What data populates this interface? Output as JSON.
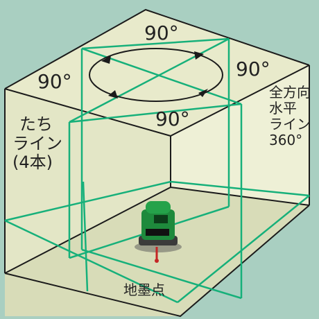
{
  "labels": {
    "angle_top": "90°",
    "angle_left": "90°",
    "angle_right": "90°",
    "angle_bottom": "90°",
    "vertical_line_1": "たち",
    "vertical_line_2": "ライン",
    "vertical_line_3": "(4本)",
    "horizontal_line_1": "全方向",
    "horizontal_line_2": "水平",
    "horizontal_line_3": "ライン",
    "horizontal_line_4": "360°",
    "ground_point": "地墨点"
  },
  "colors": {
    "background": "#a9cfc1",
    "room_fill": "#e6e8c4",
    "laser_line": "#16b07a",
    "edge": "#1b1b1b",
    "device_body": "#1e8a3c"
  }
}
